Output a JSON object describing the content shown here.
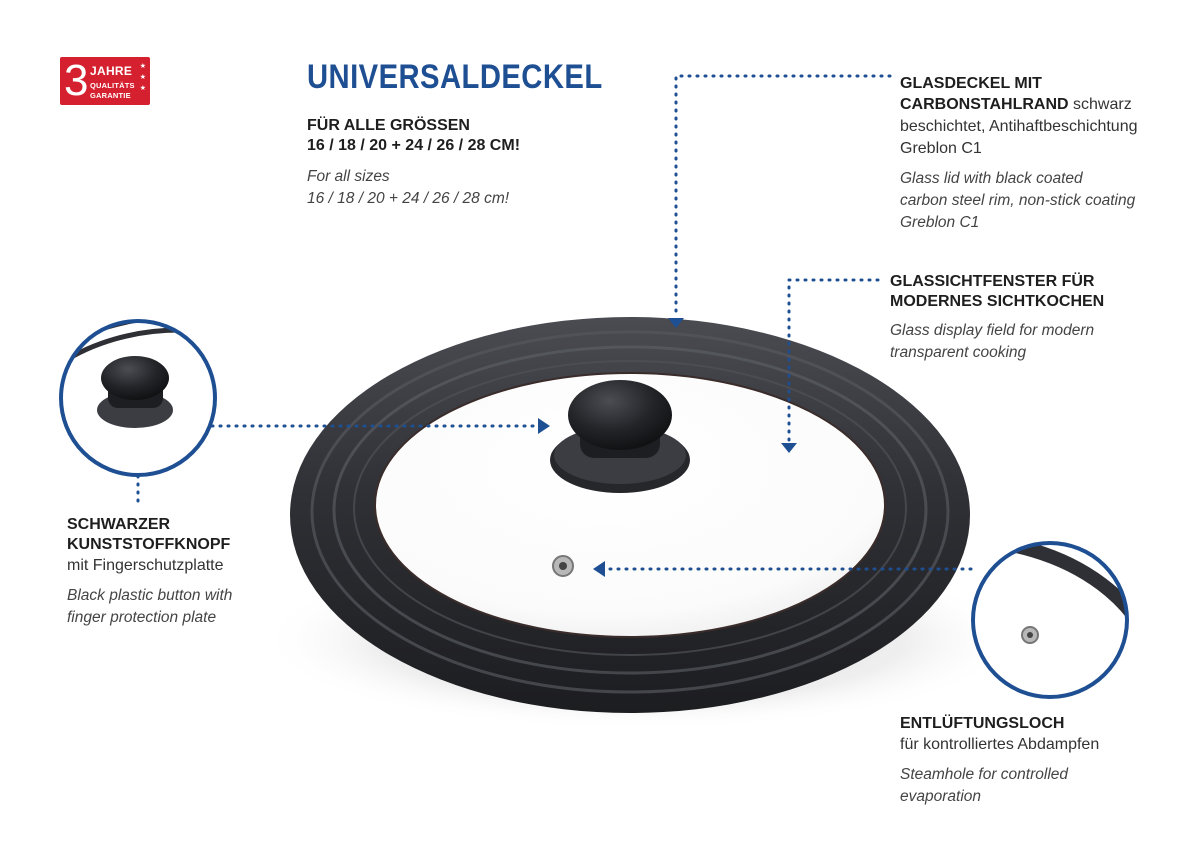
{
  "badge": {
    "number": "3",
    "line1": "JAHRE",
    "line2": "QUALITÄTS",
    "line3": "GARANTIE",
    "stars": "★\n★\n★"
  },
  "title": "UNIVERSALDECKEL",
  "sizes": {
    "heading_line1": "FÜR ALLE GRÖSSEN",
    "heading_line2": "16 / 18 / 20 + 24 / 26 / 28 CM!",
    "en_line1": "For all sizes",
    "en_line2": "16 / 18 / 20 + 24 / 26 / 28 cm!"
  },
  "glass_lid": {
    "heading_line1": "GLASDECKEL MIT",
    "heading_line2_bold": "CARBONSTAHLRAND",
    "heading_line2_rest": " schwarz",
    "de_line3": "beschichtet, Antihaftbeschichtung",
    "de_line4": "Greblon C1",
    "en_line1": "Glass lid with black coated",
    "en_line2": "carbon steel rim, non-stick coating",
    "en_line3": "Greblon C1"
  },
  "window": {
    "heading_line1": "GLASSICHTFENSTER FÜR",
    "heading_line2": "MODERNES SICHTKOCHEN",
    "en_line1": "Glass display field for modern",
    "en_line2": "transparent cooking"
  },
  "knob": {
    "heading_line1": "SCHWARZER",
    "heading_line2": "KUNSTSTOFFKNOPF",
    "de_line": "mit Fingerschutzplatte",
    "en_line1": "Black plastic button with",
    "en_line2": "finger protection plate"
  },
  "vent": {
    "heading": "ENTLÜFTUNGSLOCH",
    "de_line": "für kontrolliertes Abdampfen",
    "en_line1": "Steamhole for controlled",
    "en_line2": "evaporation"
  },
  "colors": {
    "accent_blue": "#1f4f93",
    "badge_red": "#d5202f",
    "rim_dark": "#2e2f33"
  }
}
